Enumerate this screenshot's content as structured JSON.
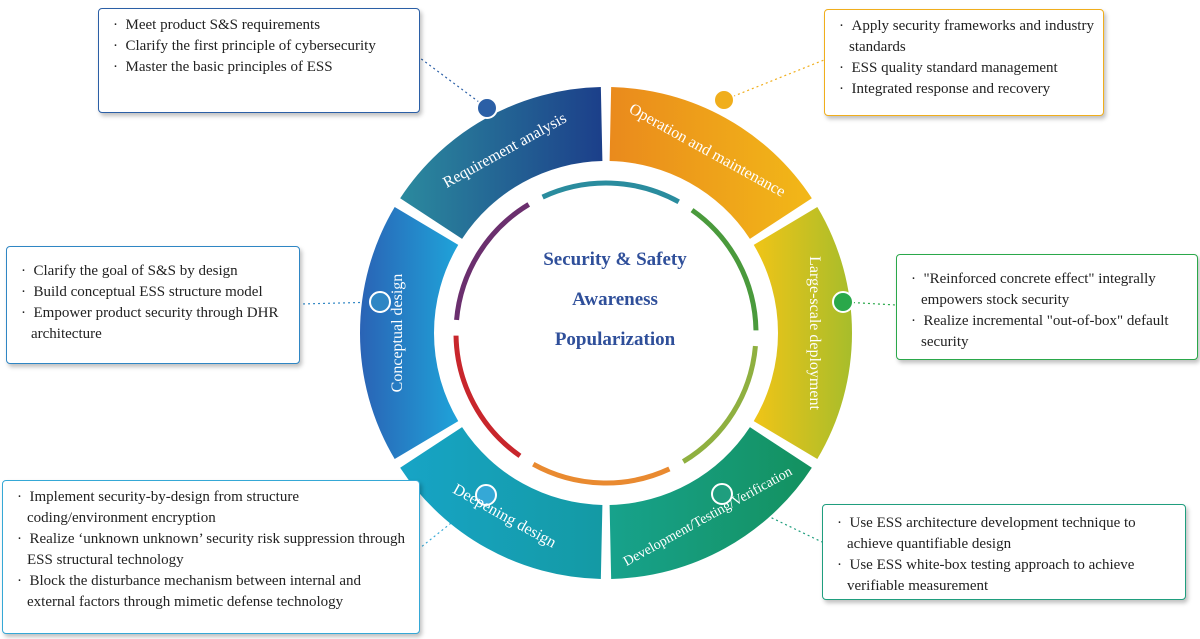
{
  "center": {
    "lines": [
      "Security & Safety",
      "Awareness",
      "Popularization"
    ],
    "color": "#2f4f9a"
  },
  "segments": [
    {
      "label": "Requirement analysis",
      "colors": [
        "#2b8a9e",
        "#1c3f8a"
      ]
    },
    {
      "label": "Operation and maintenance",
      "colors": [
        "#ea8a1c",
        "#f2b818"
      ]
    },
    {
      "label": "Large-scale deployment",
      "colors": [
        "#f0c417",
        "#a7bd2b"
      ]
    },
    {
      "label": "Development/Testing/Verification",
      "colors": [
        "#17a28c",
        "#14915f"
      ]
    },
    {
      "label": "Deepening design",
      "colors": [
        "#17a4c6",
        "#149aa4"
      ]
    },
    {
      "label": "Conceptual design",
      "colors": [
        "#2a63b5",
        "#1fa3d9"
      ]
    }
  ],
  "boxes": [
    {
      "color": "#2b5fa6",
      "items": [
        "Meet product S&S requirements",
        "Clarify the first principle of cybersecurity",
        "Master the basic principles of ESS"
      ]
    },
    {
      "color": "#f0ae1c",
      "items": [
        "Apply security frameworks and industry standards",
        "ESS quality standard management",
        "Integrated response and recovery"
      ]
    },
    {
      "color": "#2aa84a",
      "items": [
        "\"Reinforced concrete effect\" integrally empowers stock security",
        "Realize incremental \"out-of-box\" default security"
      ]
    },
    {
      "color": "#1f9e7e",
      "items": [
        "Use ESS architecture development technique to achieve quantifiable design",
        "Use ESS  white-box testing approach to achieve verifiable measurement"
      ]
    },
    {
      "color": "#35a8d6",
      "items": [
        "Implement security-by-design from structure coding/environment encryption",
        "Realize ‘unknown unknown’ security risk suppression through ESS structural technology",
        "Block the disturbance mechanism between internal and external factors through mimetic defense technology"
      ]
    },
    {
      "color": "#2f86c4",
      "items": [
        "Clarify the goal of S&S by design",
        "Build conceptual ESS structure model",
        "Empower product security through DHR architecture"
      ]
    }
  ],
  "inner_ring_colors": [
    "#2a8c9e",
    "#4a9a3c",
    "#8fb040",
    "#e98a30",
    "#c8262c",
    "#6b2f6e"
  ]
}
